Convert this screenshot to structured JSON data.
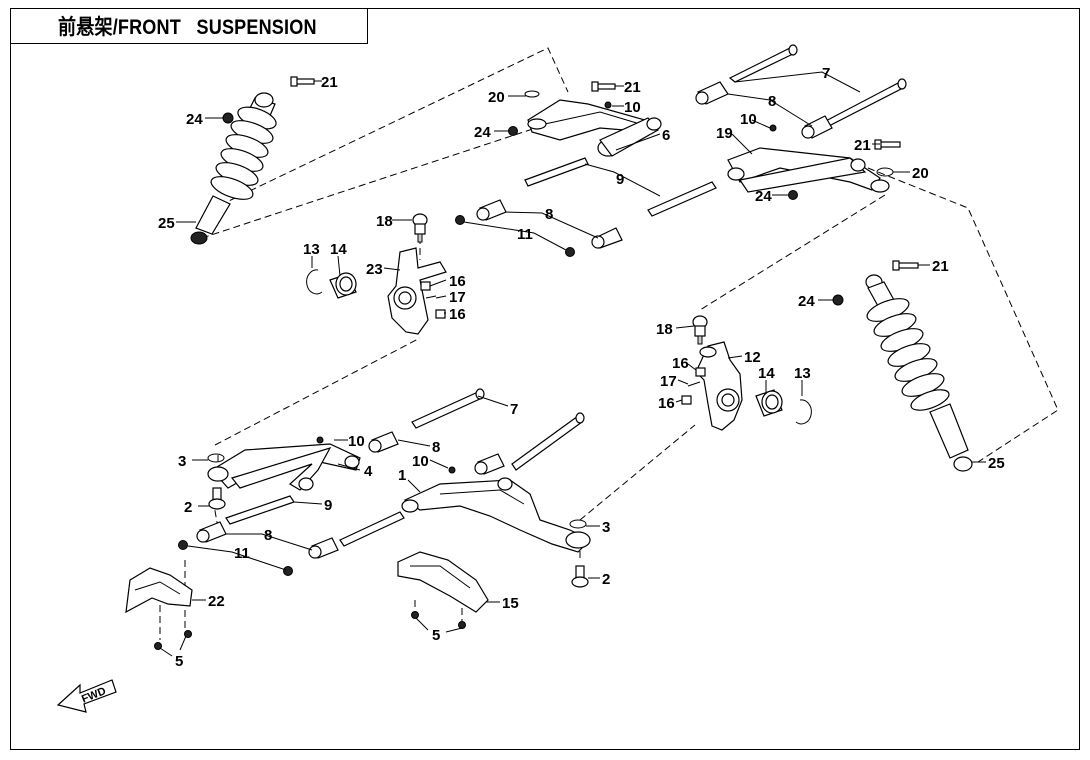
{
  "page": {
    "title": "前悬架/FRONT   SUSPENSION"
  },
  "fwd_label": "FWD",
  "callouts": [
    {
      "id": "c21a",
      "text": "21"
    },
    {
      "id": "c24a",
      "text": "24"
    },
    {
      "id": "c25a",
      "text": "25"
    },
    {
      "id": "c20a",
      "text": "20"
    },
    {
      "id": "c21b",
      "text": "21"
    },
    {
      "id": "c10a",
      "text": "10"
    },
    {
      "id": "c24b",
      "text": "24"
    },
    {
      "id": "c6",
      "text": "6"
    },
    {
      "id": "c7a",
      "text": "7"
    },
    {
      "id": "c8a",
      "text": "8"
    },
    {
      "id": "c10b",
      "text": "10"
    },
    {
      "id": "c19",
      "text": "19"
    },
    {
      "id": "c21c",
      "text": "21"
    },
    {
      "id": "c20b",
      "text": "20"
    },
    {
      "id": "c24c",
      "text": "24"
    },
    {
      "id": "c9a",
      "text": "9"
    },
    {
      "id": "c18a",
      "text": "18"
    },
    {
      "id": "c8b",
      "text": "8"
    },
    {
      "id": "c11a",
      "text": "11"
    },
    {
      "id": "c13a",
      "text": "13"
    },
    {
      "id": "c14a",
      "text": "14"
    },
    {
      "id": "c23",
      "text": "23"
    },
    {
      "id": "c16a",
      "text": "16"
    },
    {
      "id": "c17a",
      "text": "17"
    },
    {
      "id": "c16b",
      "text": "16"
    },
    {
      "id": "c21d",
      "text": "21"
    },
    {
      "id": "c24d",
      "text": "24"
    },
    {
      "id": "c18b",
      "text": "18"
    },
    {
      "id": "c12",
      "text": "12"
    },
    {
      "id": "c16c",
      "text": "16"
    },
    {
      "id": "c17b",
      "text": "17"
    },
    {
      "id": "c16d",
      "text": "16"
    },
    {
      "id": "c14b",
      "text": "14"
    },
    {
      "id": "c13b",
      "text": "13"
    },
    {
      "id": "c25b",
      "text": "25"
    },
    {
      "id": "c7b",
      "text": "7"
    },
    {
      "id": "c10c",
      "text": "10"
    },
    {
      "id": "c8c",
      "text": "8"
    },
    {
      "id": "c3a",
      "text": "3"
    },
    {
      "id": "c4",
      "text": "4"
    },
    {
      "id": "c10d",
      "text": "10"
    },
    {
      "id": "c1",
      "text": "1"
    },
    {
      "id": "c2a",
      "text": "2"
    },
    {
      "id": "c9b",
      "text": "9"
    },
    {
      "id": "c8d",
      "text": "8"
    },
    {
      "id": "c11b",
      "text": "11"
    },
    {
      "id": "c3b",
      "text": "3"
    },
    {
      "id": "c2b",
      "text": "2"
    },
    {
      "id": "c22",
      "text": "22"
    },
    {
      "id": "c15",
      "text": "15"
    },
    {
      "id": "c5a",
      "text": "5"
    },
    {
      "id": "c5b",
      "text": "5"
    }
  ]
}
